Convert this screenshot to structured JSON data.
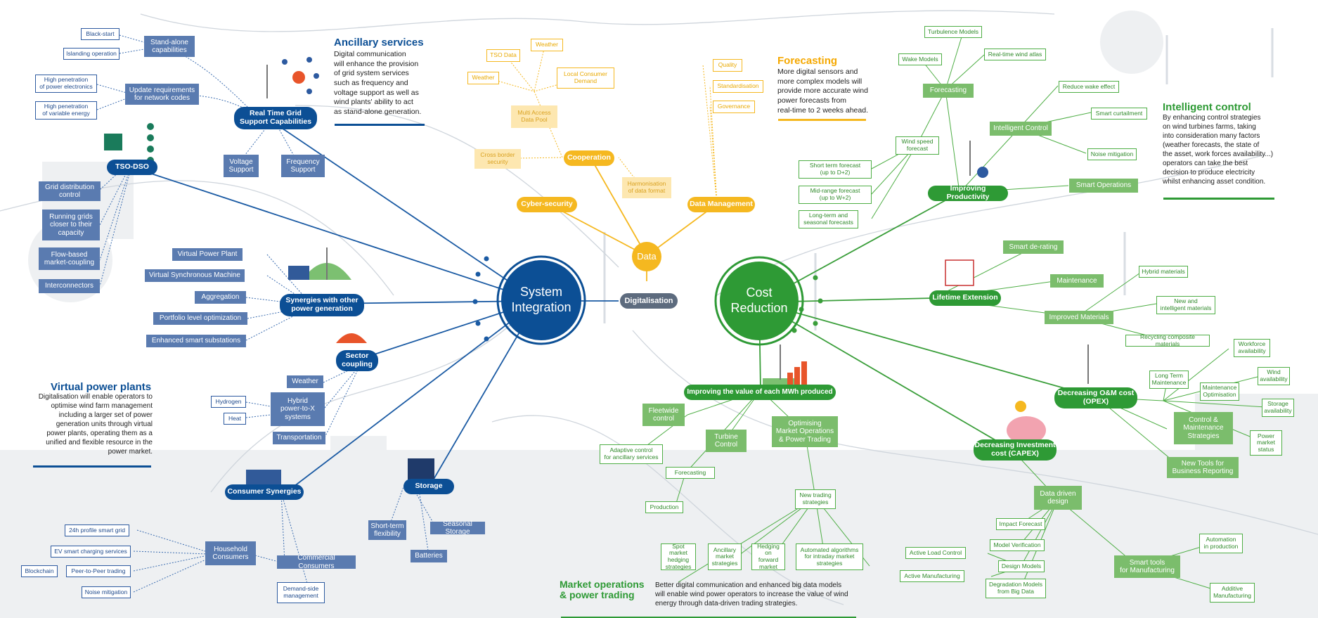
{
  "center": {
    "digitalisation": "Digitalisation",
    "system_integration": "System\nIntegration",
    "cost_reduction": "Cost\nReduction",
    "data": "Data"
  },
  "system_integration": {
    "grid_support": "Real Time Grid\nSupport Capabilities",
    "standalone": "Stand-alone\ncapabilities",
    "black_start": "Black-start",
    "islanding": "Islanding operation",
    "update_requirements": "Update requirements\nfor network codes",
    "hp_power_electronics": "High penetration\nof power electronics",
    "hp_variable_energy": "High penetration\nof variable energy",
    "voltage_support": "Voltage\nSupport",
    "frequency_support": "Frequency\nSupport",
    "tso_dso": "TSO-DSO",
    "grid_distribution": "Grid distribution\ncontrol",
    "running_grids": "Running grids\ncloser to their\ncapacity",
    "flow_based": "Flow-based\nmarket-coupling",
    "interconnectors": "Interconnectors",
    "synergies": "Synergies with other\npower generation",
    "virtual_power_plant": "Virtual Power Plant",
    "virtual_synchronous": "Virtual Synchronous Machine",
    "aggregation": "Aggregation",
    "portfolio": "Portfolio level optimization",
    "smart_substations": "Enhanced smart substations",
    "sector_coupling": "Sector\ncoupling",
    "weather": "Weather",
    "hybrid_p2x": "Hybrid\npower-to-X\nsystems",
    "hydrogen": "Hydrogen",
    "heat": "Heat",
    "transportation": "Transportation",
    "consumer_synergies": "Consumer Synergies",
    "household": "Household\nConsumers",
    "commercial": "Commercial Consumers",
    "demand_side": "Demand-side\nmanagement",
    "profile_grid": "24h profile smart grid",
    "ev_charging": "EV smart charging services",
    "blockchain": "Blockchain",
    "p2p": "Peer-to-Peer trading",
    "noise": "Noise mitigation",
    "storage": "Storage",
    "short_term_flex": "Short-term\nflexibility",
    "seasonal_storage": "Seasonal Storage",
    "batteries": "Batteries"
  },
  "data_branch": {
    "cooperation": "Cooperation",
    "cyber_security": "Cyber-security",
    "data_management": "Data Management",
    "multi_access": "Multi Access\nData Pool",
    "tso_data": "TSO Data",
    "weather1": "Weather",
    "weather2": "Weather",
    "local_demand": "Local Consumer\nDemand",
    "cross_border": "Cross border\nsecurity",
    "harmonisation": "Harmonisation\nof data format",
    "quality": "Quality",
    "standardisation": "Standardisation",
    "governance": "Governance"
  },
  "cost_reduction": {
    "forecasting": "Forecasting",
    "turbulence": "Turbulence Models",
    "wake": "Wake Models",
    "realtime_wind": "Real-time wind atlas",
    "wind_speed": "Wind speed\nforecast",
    "short_term": "Short term forecast\n(up to D+2)",
    "mid_range": "Mid-range forecast\n(up to W+2)",
    "long_term": "Long-term and\nseasonal forecasts",
    "intelligent_control": "Intelligent Control",
    "reduce_wake": "Reduce wake effect",
    "smart_curtailment": "Smart curtailment",
    "noise_mitigation": "Noise mitigation",
    "smart_operations": "Smart Operations",
    "improving_productivity": "Improving Productivity",
    "smart_derating": "Smart de-rating",
    "maintenance": "Maintenance",
    "lifetime_extension": "Lifetime Extension",
    "improved_materials": "Improved Materials",
    "hybrid_materials": "Hybrid materials",
    "new_materials": "New and\nintelligent materials",
    "recycling": "Recycling composite materials",
    "value_mwh": "Improving the value of each MWh produced",
    "fleetwide": "Fleetwide\ncontrol",
    "adaptive": "Adaptive control\nfor ancillary services",
    "turbine_control": "Turbine\nControl",
    "optimising_market": "Optimising\nMarket Operations\n& Power Trading",
    "forecasting2": "Forecasting",
    "production": "Production",
    "new_trading": "New trading\nstrategies",
    "spot_market": "Spot market\nhedging\nstrategies",
    "ancillary_market": "Ancillary\nmarket\nstrategies",
    "hedging": "Hedging on\nforward\nmarket",
    "automated": "Automated algorithms\nfor intraday market\nstrategies",
    "opex": "Decreasing O&M cost\n(OPEX)",
    "workforce": "Workforce\navailability",
    "wind_availability": "Wind\navailability",
    "storage_availability": "Storage\navailability",
    "power_market_status": "Power\nmarket\nstatus",
    "long_term_maint": "Long Term\nMaintenance",
    "maint_opt": "Maintenance\nOptimisation",
    "control_maint": "Control &\nMaintenance\nStrategies",
    "new_tools": "New Tools for\nBusiness Reporting",
    "capex": "Decreasing Investment\ncost (CAPEX)",
    "data_driven": "Data driven\ndesign",
    "impact_forecast": "Impact Forecast",
    "model_verification": "Model Verification",
    "design_models": "Design Models",
    "degradation": "Degradation Models\nfrom Big Data",
    "active_load": "Active Load Control",
    "active_manufacturing": "Active Manufacturing",
    "smart_tools": "Smart tools\nfor Manufacturing",
    "automation": "Automation\nin production",
    "additive": "Additive\nManufacturing"
  },
  "texts": {
    "ancillary_title": "Ancillary services",
    "ancillary_body": "Digital communication\nwill enhance the provision\nof grid system services\nsuch as frequency and\nvoltage support as well as\nwind plants' ability to act\nas stand-alone generation.",
    "forecasting_title": "Forecasting",
    "forecasting_body": "More digital sensors and\nmore complex models will\nprovide more accurate wind\npower forecasts from\nreal-time to 2 weeks ahead.",
    "intelligent_title": "Intelligent control",
    "intelligent_body": "By enhancing control strategies\non wind turbines farms, taking\ninto consideration many factors\n(weather forecasts, the state of\nthe asset, work forces availability...)\noperators can take the best\ndecision to produce electricity\nwhilst enhancing asset condition.",
    "vpp_title": "Virtual power plants",
    "vpp_body": "Digitalisation will enable operators to\noptimise wind farm management\nincluding a larger set of power\ngeneration units through virtual\npower plants, operating them as a\nunified and flexible resource in the\npower market.",
    "market_title": "Market operations\n& power trading",
    "market_body": "Better digital communication and enhanced big data models\nwill enable wind power operators to increase the value of wind\nenergy through data-driven trading strategies."
  },
  "colors": {
    "blue": "#0c4f95",
    "green": "#2e9a35",
    "yellow": "#f5b820",
    "grey": "#5d6b7e"
  }
}
